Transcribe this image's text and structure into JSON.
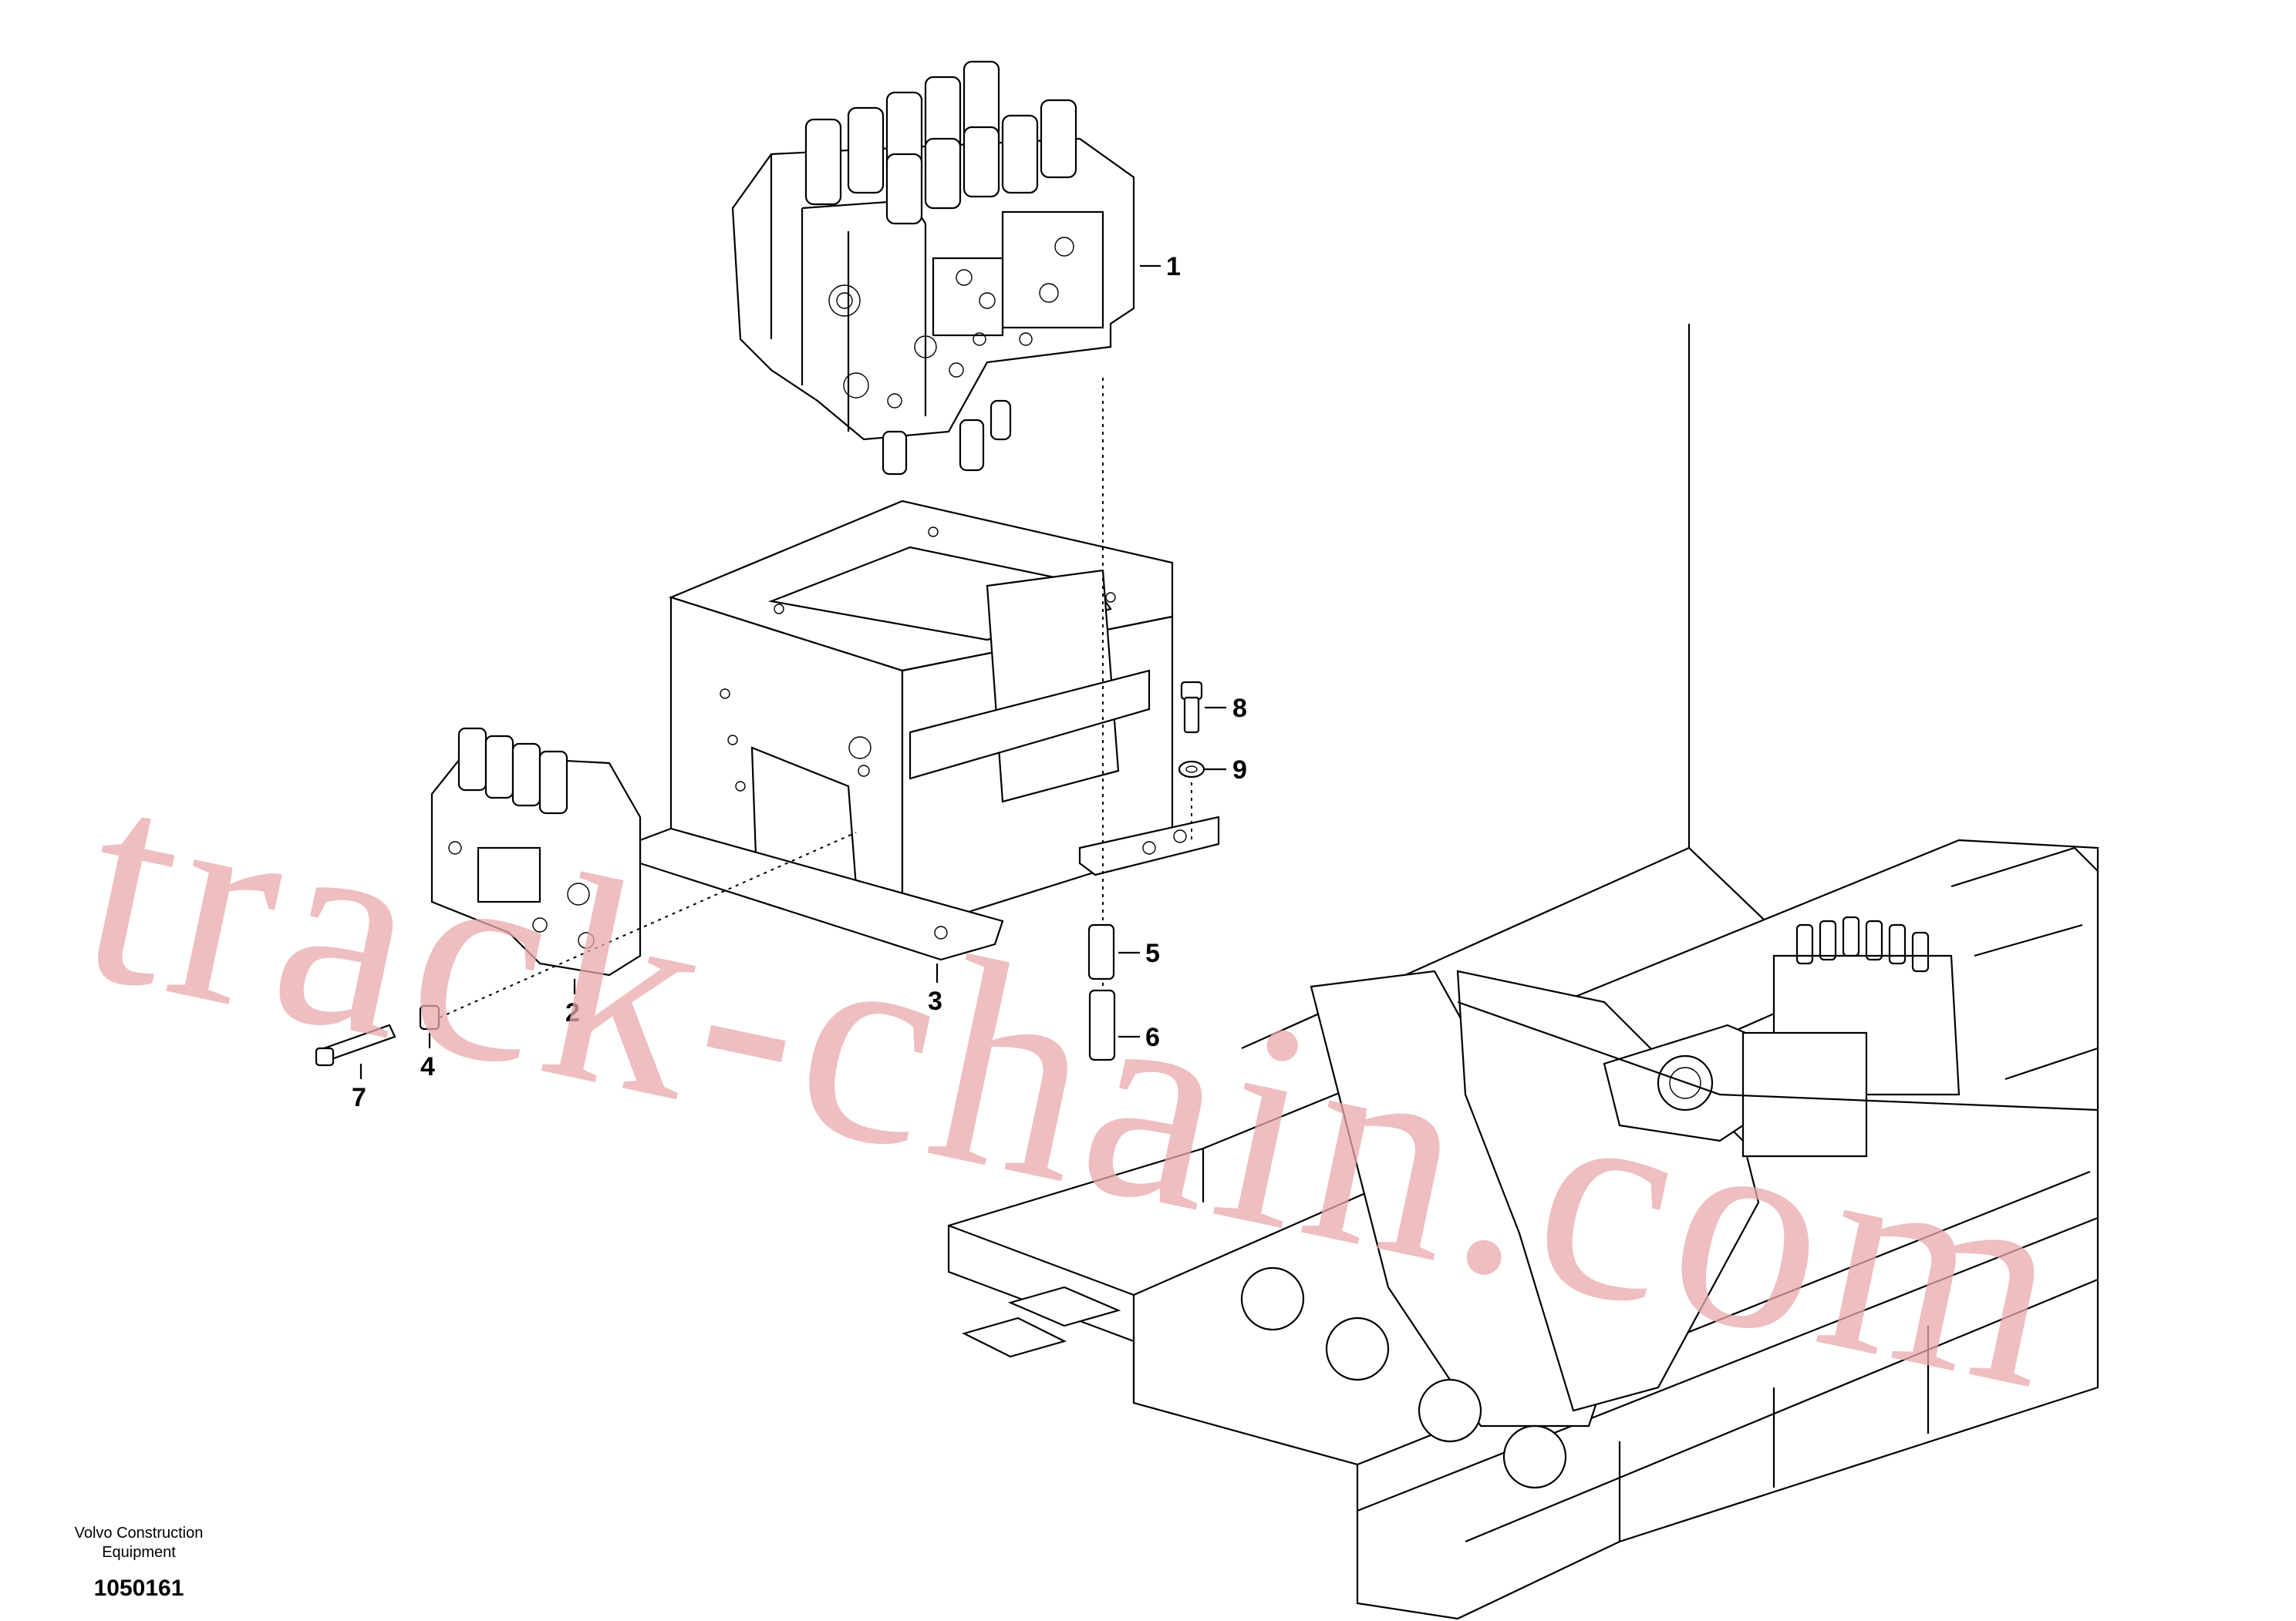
{
  "callouts": [
    {
      "id": "1",
      "label": "1"
    },
    {
      "id": "2",
      "label": "2"
    },
    {
      "id": "3",
      "label": "3"
    },
    {
      "id": "4",
      "label": "4"
    },
    {
      "id": "5",
      "label": "5"
    },
    {
      "id": "6",
      "label": "6"
    },
    {
      "id": "7",
      "label": "7"
    },
    {
      "id": "8",
      "label": "8"
    },
    {
      "id": "9",
      "label": "9"
    }
  ],
  "footer": {
    "brand_line1": "Volvo Construction",
    "brand_line2": "Equipment",
    "drawing_number": "1050161"
  },
  "watermark": {
    "text": "track-chain.com",
    "color": "#e9a9ad"
  },
  "icons": {
    "main_valve": "control-valve-icon",
    "aux_valve": "auxiliary-valve-icon",
    "bracket": "mounting-bracket-icon",
    "frame": "upper-frame-icon"
  }
}
